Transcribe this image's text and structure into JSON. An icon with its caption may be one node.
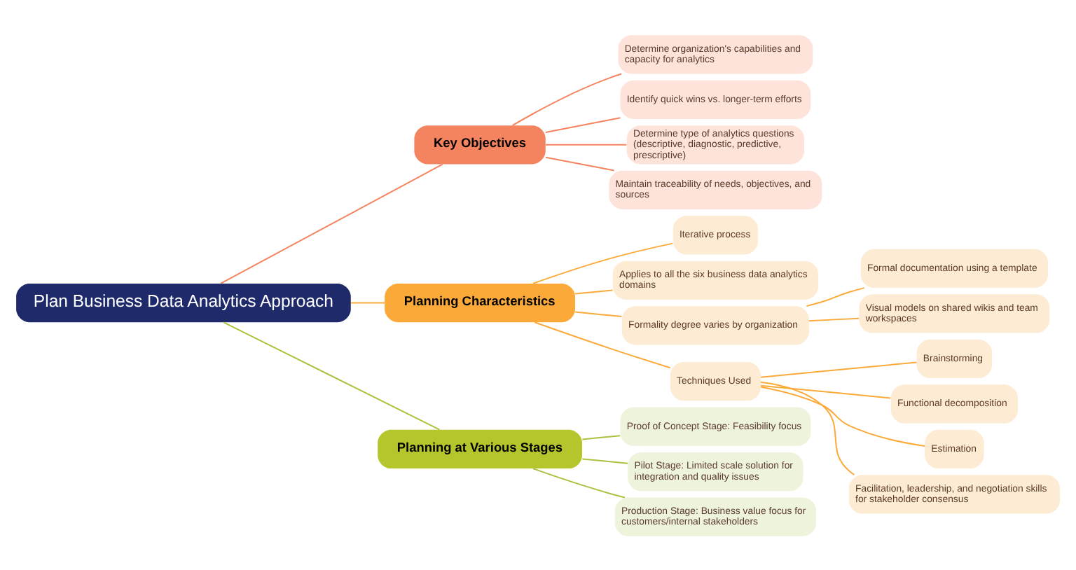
{
  "diagram": {
    "nodes": [
      {
        "text": [
          "Plan Business Data Analytics Approach"
        ]
      },
      {
        "text": [
          "Key Objectives"
        ]
      },
      {
        "text": [
          "Determine organization's capabilities and capacity for analytics"
        ]
      },
      {
        "text": [
          "Identify quick wins vs. longer-term efforts"
        ]
      },
      {
        "text": [
          "Determine type of analytics questions (descriptive, diagnostic, predictive, prescriptive)"
        ]
      },
      {
        "text": [
          "Maintain traceability of needs, objectives, and sources"
        ]
      },
      {
        "text": [
          "Planning Characteristics"
        ]
      },
      {
        "text": [
          "Iterative process"
        ]
      },
      {
        "text": [
          "Applies to all the six business data analytics domains"
        ]
      },
      {
        "text": [
          "Formality degree varies by organization"
        ]
      },
      {
        "text": [
          "Formal documentation using a template"
        ]
      },
      {
        "text": [
          "Visual models on shared wikis and team workspaces"
        ]
      },
      {
        "text": [
          "Techniques Used"
        ]
      },
      {
        "text": [
          "Brainstorming"
        ]
      },
      {
        "text": [
          "Functional decomposition"
        ]
      },
      {
        "text": [
          "Estimation"
        ]
      },
      {
        "text": [
          "Facilitation, leadership, and negotiation skills for stakeholder consensus"
        ]
      },
      {
        "text": [
          "Planning at Various Stages"
        ]
      },
      {
        "text": [
          "Proof of Concept Stage: Feasibility focus"
        ]
      },
      {
        "text": [
          "Pilot Stage: Limited scale solution for integration and quality issues"
        ]
      },
      {
        "text": [
          "Production Stage: Business value focus for customers/internal stakeholders"
        ]
      }
    ],
    "edges": [
      {
        "from": 0,
        "to": 1,
        "arrow": "none",
        "color": "#f4845f"
      },
      {
        "from": 1,
        "to": 2,
        "arrow": "none",
        "color": "#f4845f"
      },
      {
        "from": 1,
        "to": 3,
        "arrow": "none",
        "color": "#f4845f"
      },
      {
        "from": 1,
        "to": 4,
        "arrow": "none",
        "color": "#f4845f"
      },
      {
        "from": 1,
        "to": 5,
        "arrow": "none",
        "color": "#f4845f"
      },
      {
        "from": 0,
        "to": 6,
        "arrow": "none"
      },
      {
        "from": 6,
        "to": 7,
        "arrow": "none"
      },
      {
        "from": 6,
        "to": 8,
        "arrow": "none"
      },
      {
        "from": 6,
        "to": 9,
        "arrow": "none"
      },
      {
        "from": 9,
        "to": 10,
        "arrow": "none"
      },
      {
        "from": 9,
        "to": 11,
        "arrow": "none"
      },
      {
        "from": 6,
        "to": 12,
        "arrow": "none"
      },
      {
        "from": 12,
        "to": 13,
        "arrow": "none"
      },
      {
        "from": 12,
        "to": 14,
        "arrow": "none"
      },
      {
        "from": 12,
        "to": 15,
        "arrow": "none"
      },
      {
        "from": 12,
        "to": 16,
        "arrow": "none"
      },
      {
        "from": 0,
        "to": 17,
        "arrow": "none",
        "color": "#a9c23f"
      },
      {
        "from": 17,
        "to": 18,
        "arrow": "none",
        "color": "#a9c23f"
      },
      {
        "from": 17,
        "to": 19,
        "arrow": "none",
        "color": "#a9c23f"
      },
      {
        "from": 17,
        "to": 20,
        "arrow": "none",
        "color": "#a9c23f"
      }
    ]
  }
}
